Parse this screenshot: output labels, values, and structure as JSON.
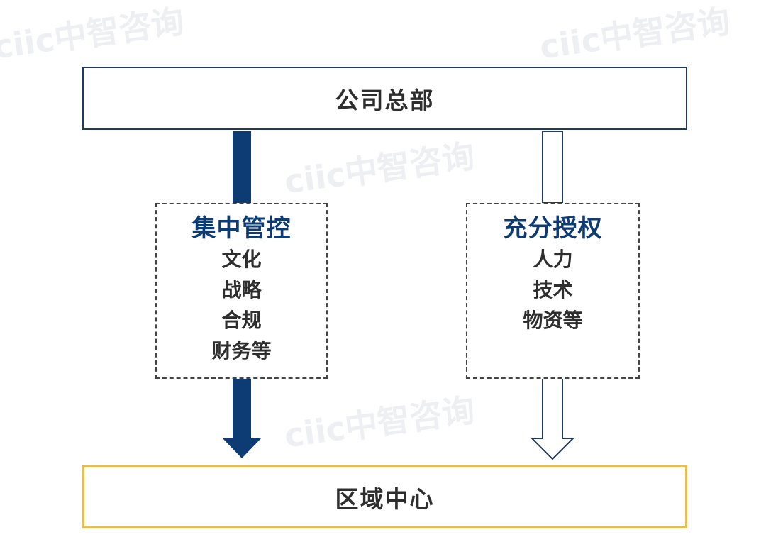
{
  "watermark": "ciic中智咨询",
  "top_box": {
    "label": "公司总部"
  },
  "bottom_box": {
    "label": "区域中心"
  },
  "left_panel": {
    "title": "集中管控",
    "items": [
      "文化",
      "战略",
      "合规",
      "财务等"
    ]
  },
  "right_panel": {
    "title": "充分授权",
    "items": [
      "人力",
      "技术",
      "物资等"
    ]
  },
  "colors": {
    "navy": "#0d3b73",
    "border": "#1f3a5a",
    "gold": "#e3bd55",
    "text": "#2e2e2e"
  }
}
